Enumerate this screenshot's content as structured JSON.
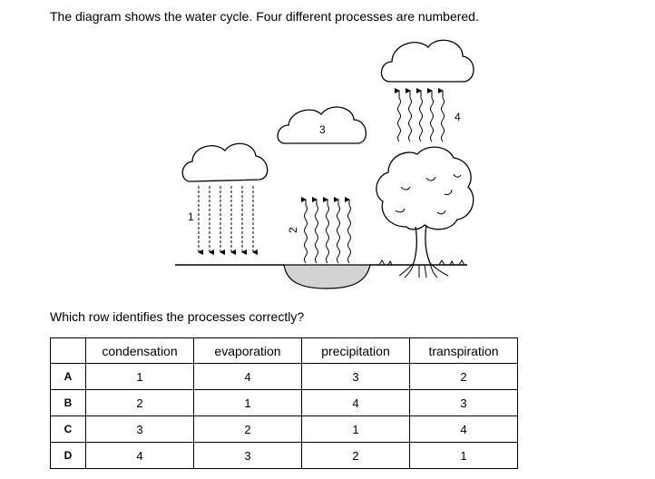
{
  "question": {
    "intro": "The diagram shows the water cycle. Four different processes are numbered.",
    "prompt": "Which row identifies the processes correctly?"
  },
  "diagram": {
    "label_1": "1",
    "label_2": "2",
    "label_3": "3",
    "label_4": "4"
  },
  "table": {
    "headers": [
      "condensation",
      "evaporation",
      "precipitation",
      "transpiration"
    ],
    "rows": [
      {
        "letter": "A",
        "values": [
          "1",
          "4",
          "3",
          "2"
        ]
      },
      {
        "letter": "B",
        "values": [
          "2",
          "1",
          "4",
          "3"
        ]
      },
      {
        "letter": "C",
        "values": [
          "3",
          "2",
          "1",
          "4"
        ]
      },
      {
        "letter": "D",
        "values": [
          "4",
          "3",
          "2",
          "1"
        ]
      }
    ]
  }
}
